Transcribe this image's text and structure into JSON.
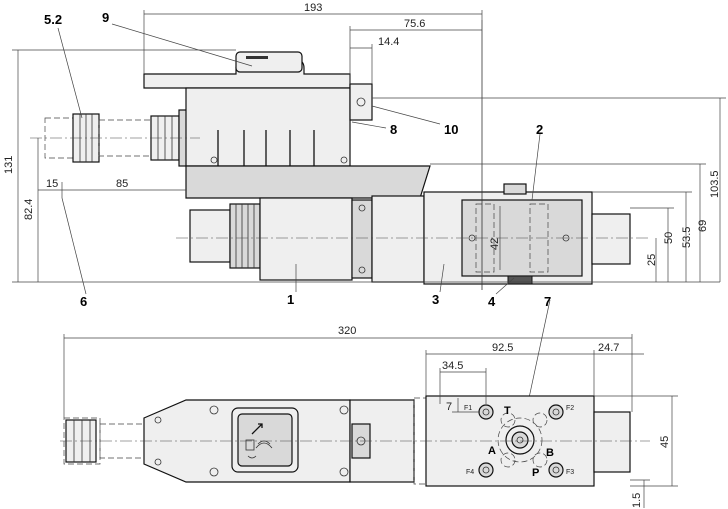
{
  "callouts": {
    "c1": "1",
    "c2": "2",
    "c3": "3",
    "c4": "4",
    "c52": "5.2",
    "c6": "6",
    "c7": "7",
    "c8": "8",
    "c9": "9",
    "c10": "10"
  },
  "dimensions": {
    "d193": "193",
    "d756": "75.6",
    "d144": "14.4",
    "d131": "131",
    "d824": "82.4",
    "d15": "15",
    "d85": "85",
    "d42": "42",
    "d1035": "103.5",
    "d69": "69",
    "d535": "53.5",
    "d50": "50",
    "d25": "25",
    "d320": "320",
    "d925": "92.5",
    "d247": "24.7",
    "d345": "34.5",
    "d7": "7",
    "d45": "45",
    "d15b": "1.5"
  },
  "ports": {
    "T": "T",
    "A": "A",
    "B": "B",
    "P": "P",
    "F1": "F1",
    "F2": "F2",
    "F3": "F3",
    "F4": "F4"
  }
}
